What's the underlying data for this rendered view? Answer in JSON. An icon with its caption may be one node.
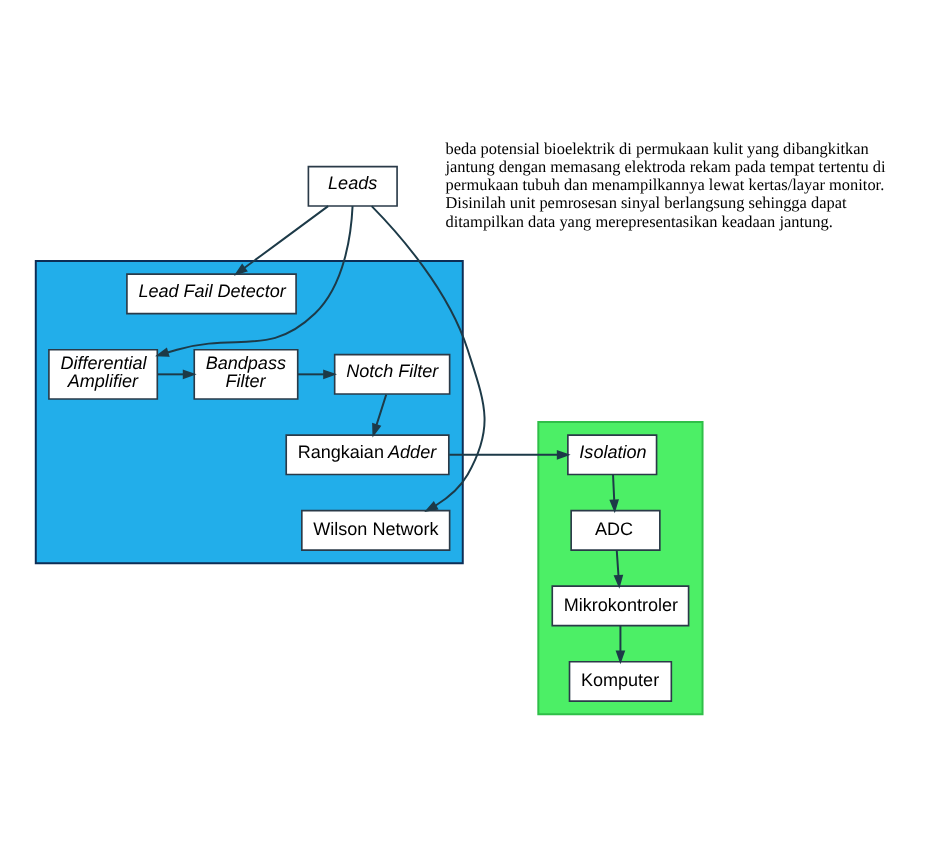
{
  "diagram": {
    "nodes": [
      {
        "text": [],
        "shape": "box"
      },
      {
        "text": [
          "Lead Fail Detector"
        ],
        "in": 0
      },
      {
        "text": [
          "Leads"
        ]
      },
      {
        "text": [
          "Differential Amplifier"
        ],
        "in": 0
      },
      {
        "text": [
          "Bandpass Filter"
        ],
        "in": 0
      },
      {
        "text": [
          "Notch Filter"
        ],
        "in": 0
      },
      {
        "text": [
          "Rangkaian Adder"
        ],
        "in": 0
      },
      {
        "text": [
          "Wilson Network"
        ],
        "in": 0
      },
      {
        "text": [],
        "shape": "box"
      },
      {
        "text": [
          "Isolation"
        ],
        "in": 8
      },
      {
        "text": [
          "ADC"
        ],
        "in": 8
      },
      {
        "text": [
          "Mikrokontroler"
        ],
        "in": 8
      },
      {
        "text": [
          "Komputer"
        ],
        "in": 8
      }
    ],
    "edges": [
      {
        "from": 2,
        "to": 1,
        "arrow": "to"
      },
      {
        "from": 2,
        "to": 7,
        "arrow": "to"
      },
      {
        "from": 2,
        "to": 3,
        "arrow": "to"
      },
      {
        "from": 3,
        "to": 4,
        "arrow": "to"
      },
      {
        "from": 4,
        "to": 5,
        "arrow": "to"
      },
      {
        "from": 5,
        "to": 6,
        "arrow": "to"
      },
      {
        "from": 6,
        "to": 9,
        "arrow": "to"
      },
      {
        "from": 9,
        "to": 10,
        "arrow": "to"
      },
      {
        "from": 10,
        "to": 11,
        "arrow": "to"
      },
      {
        "from": 11,
        "to": 12,
        "arrow": "to"
      }
    ],
    "labels": [
      "beda potensial bioelektrik di permukaan kulit yang dibangkitkan jantung dengan memasang elektroda rekam pada tempat tertentu di permukaan tubuh dan menampilkannya lewat kertas/layar monitor. Disinilah unit pemrosesan sinyal berlangsung sehingga dapat ditampilkan data yang merepresentasikan keadaan jantung."
    ]
  }
}
